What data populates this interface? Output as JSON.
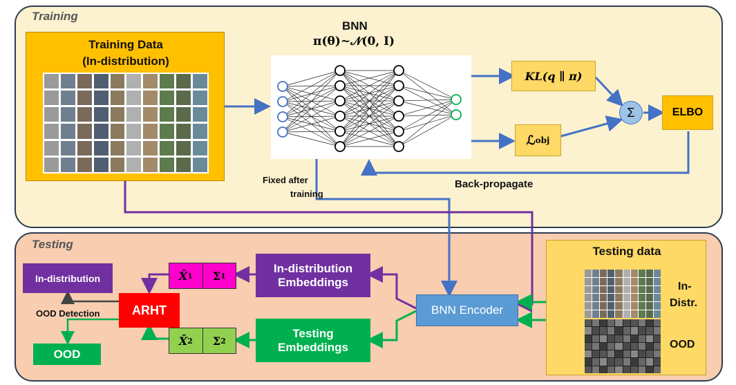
{
  "training": {
    "title": "Training",
    "data_title": "Training Data",
    "data_subtitle": "(In-distribution)",
    "bnn_title": "BNN",
    "bnn_prior": "π(θ)~𝒩(0, I)",
    "kl_label": "KL(q ∥ π)",
    "obj_label": "ℒ",
    "obj_sub": "obj",
    "sum_symbol": "Σ",
    "elbo_label": "ELBO",
    "backprop_label": "Back-propagate",
    "fixed_label_line1": "Fixed after",
    "fixed_label_line2": "training"
  },
  "testing": {
    "title": "Testing",
    "testing_data_title": "Testing data",
    "in_distr_label_line1": "In-",
    "in_distr_label_line2": "Distr.",
    "ood_side_label": "OOD",
    "encoder_label": "BNN Encoder",
    "in_emb_line1": "In-distribution",
    "in_emb_line2": "Embeddings",
    "test_emb_line1": "Testing",
    "test_emb_line2": "Embeddings",
    "xbar1": "X̄",
    "xbar1_sub": "1",
    "sigma1": "Σ",
    "sigma1_sub": "1",
    "xbar2": "X̄",
    "xbar2_sub": "2",
    "sigma2": "Σ",
    "sigma2_sub": "2",
    "arht_label": "ARHT",
    "in_dist_output": "In-distribution",
    "ood_detection_label": "OOD Detection",
    "ood_output": "OOD"
  },
  "colors": {
    "training_bg": "#fdf2cf",
    "testing_bg": "#f8cdb0",
    "training_data_box": "#ffc000",
    "purple": "#7030a0",
    "green": "#00b050",
    "blue_arrow": "#4472c4",
    "encoder": "#5b9bd5",
    "arht": "#ff0000",
    "magenta": "#ff00cc",
    "light_green": "#92d050",
    "node_blue": "#4472c4",
    "node_green": "#00b050"
  }
}
